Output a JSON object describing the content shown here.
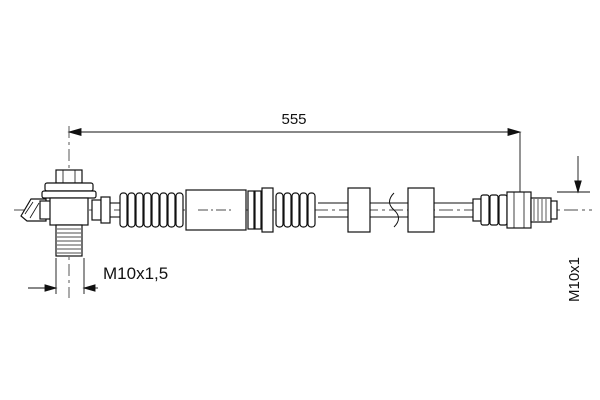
{
  "drawing": {
    "type": "technical-part-drawing",
    "subject": "brake-hose-assembly",
    "dimensions": {
      "overall_length_label": "555",
      "left_thread_label": "M10x1,5",
      "right_thread_label": "M10x1"
    },
    "colors": {
      "line": "#111111",
      "background": "#ffffff"
    }
  }
}
